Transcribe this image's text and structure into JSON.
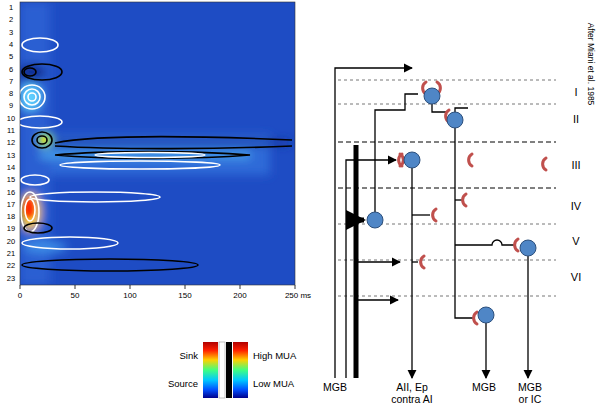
{
  "diagram": {
    "labels": [
      "1",
      "2",
      "3",
      "4",
      "5",
      "6",
      "7",
      "8",
      "9",
      "10",
      "11",
      "12",
      "13",
      "14",
      "15",
      "16",
      "17",
      "18",
      "19",
      "20",
      "21",
      "22",
      "23",
      "0",
      "50",
      "100",
      "150",
      "200",
      "250 ms",
      "I",
      "II",
      "III",
      "IV",
      "V",
      "VI",
      "MGB",
      "AII, Ep contra AI",
      "MGB",
      "MGB or IC",
      "After Miani et al. 1985"
    ],
    "legend": [
      {
        "text": "Sink"
      },
      {
        "text": "High MUA"
      },
      {
        "text": "Source"
      },
      {
        "text": "Low MUA"
      }
    ]
  }
}
